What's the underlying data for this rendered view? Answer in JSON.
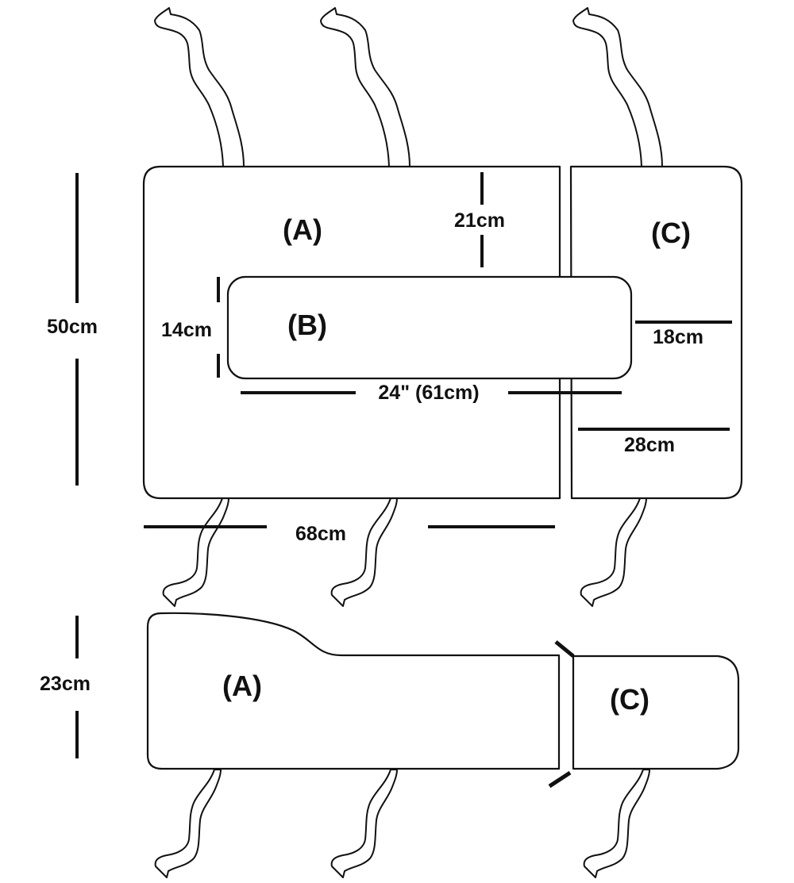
{
  "diagram": {
    "description": "Pattern layout with three panels and tie straps, shown in top view and side profile",
    "colors": {
      "line": "#111111",
      "background": "#ffffff"
    },
    "top_view": {
      "panels": [
        {
          "id": "A",
          "label": "(A)"
        },
        {
          "id": "B",
          "label": "(B)"
        },
        {
          "id": "C",
          "label": "(C)"
        }
      ],
      "dimensions": {
        "overall_height": "50cm",
        "panel_a_width": "68cm",
        "panel_a_top_gap": "21cm",
        "panel_b_height": "14cm",
        "panel_b_width": "24\" (61cm)",
        "panel_c_top_width": "18cm",
        "panel_c_bottom_width": "28cm"
      },
      "strap_count_top": 3,
      "strap_count_bottom": 3
    },
    "side_view": {
      "panels": [
        {
          "id": "A",
          "label": "(A)"
        },
        {
          "id": "C",
          "label": "(C)"
        }
      ],
      "dimensions": {
        "height": "23cm"
      },
      "strap_count_bottom": 3
    }
  }
}
